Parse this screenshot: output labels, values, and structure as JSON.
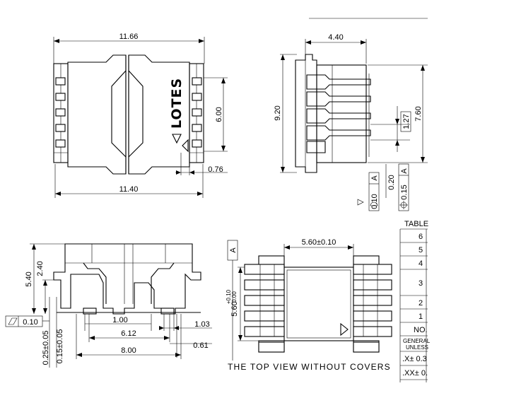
{
  "logo": "LOTES",
  "caption": "THE TOP VIEW WITHOUT COVERS",
  "datum": "A",
  "top_view_dims": {
    "overall_width": "11.66",
    "height": "6.00",
    "body_width": "11.40",
    "offset": "0.76"
  },
  "side_view_dims": {
    "depth": "4.40",
    "overall_height": "9.20",
    "pin_span": "7.60",
    "pitch": "1.27",
    "flatness": "0.10",
    "position": "0.15",
    "flatness_datum": "A",
    "position_datum": "A",
    "coplanarity": "0.20"
  },
  "front_view_dims": {
    "overall_height": "5.40",
    "body_height": "2.40",
    "pad_length": "1.00",
    "pad_offset": "1.03",
    "pad_span": "6.12",
    "pin_span": "8.00",
    "pin_width": "0.61",
    "standoff_a": "0.25±0.05",
    "standoff_b": "0.15±0.05",
    "parallelism": "0.10"
  },
  "footprint_dims": {
    "width": "5.60±0.10",
    "height_base": "5.60",
    "height_tol_plus": "+0.10",
    "height_tol_minus": "0.00"
  },
  "table": {
    "title": "TABLE",
    "rows": [
      "6",
      "5",
      "4",
      "3",
      "2",
      "1"
    ],
    "header": "NO.",
    "note_line1": "GENERAL",
    "note_line2": "UNLESS",
    "tol1": ".X± 0.3",
    "tol2": ".XX± 0."
  }
}
